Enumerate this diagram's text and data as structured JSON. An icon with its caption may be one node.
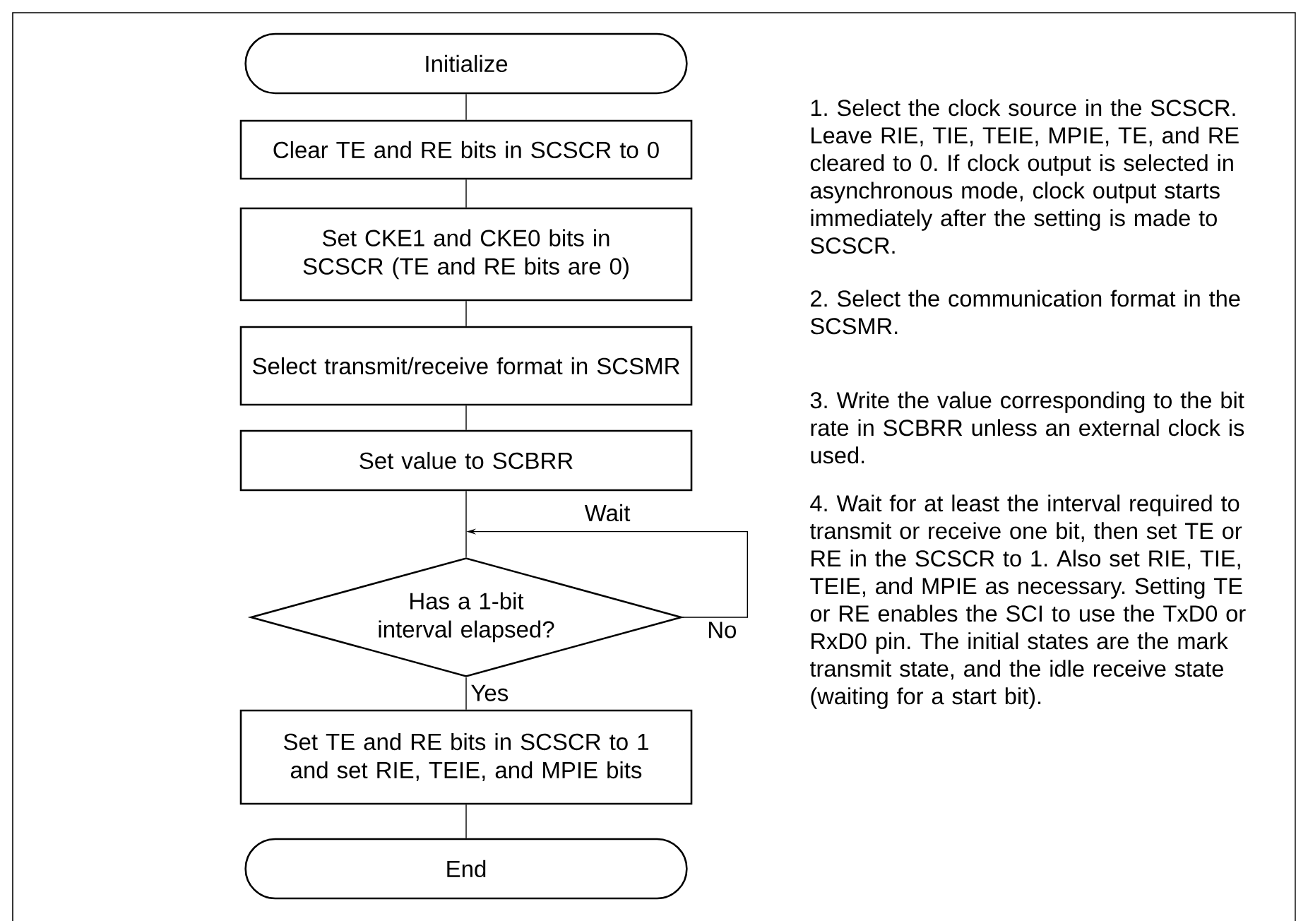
{
  "diagram": {
    "nodes": [
      {
        "text": [
          "Initialize"
        ]
      },
      {
        "text": [
          "Clear TE and RE bits in SCSCR to 0"
        ]
      },
      {
        "text": [
          "Set CKE1 and CKE0 bits in SCSCR (TE and RE bits are 0)"
        ]
      },
      {
        "text": [
          "Select transmit/receive format in SCSMR"
        ]
      },
      {
        "text": [
          "Set value to SCBRR"
        ]
      },
      {
        "text": [
          "Has a 1-bit interval elapsed?"
        ]
      },
      {
        "text": [
          "Set TE and RE bits in SCSCR to 1 and set RIE, TEIE, and MPIE bits"
        ]
      },
      {
        "text": [
          "End"
        ]
      }
    ],
    "edges": [
      {
        "from": 0,
        "to": 1,
        "arrow": "none"
      },
      {
        "from": 1,
        "to": 2,
        "arrow": "none"
      },
      {
        "from": 2,
        "to": 3,
        "arrow": "none"
      },
      {
        "from": 3,
        "to": 4,
        "arrow": "none"
      },
      {
        "from": 4,
        "to": 5,
        "arrow": "none"
      },
      {
        "from": 5,
        "to": 5,
        "arrow": "to",
        "label": "No"
      },
      {
        "from": 5,
        "to": 6,
        "arrow": "none",
        "label": "Yes"
      },
      {
        "from": 6,
        "to": 7,
        "arrow": "none"
      }
    ],
    "labels": [
      "Wait",
      "1. Select the clock source in the SCSCR. Leave RIE, TIE, TEIE, MPIE, TE, and RE cleared to 0. If clock output is selected in asynchronous mode, clock output starts immediately after the setting is made to SCSCR.",
      "2. Select the communication format in the SCSMR.",
      "3. Write the value corresponding to the bit rate in SCBRR unless an external clock is used.",
      "4. Wait for at least the interval required to transmit or receive one bit, then set TE or RE in the SCSCR to 1. Also set RIE, TIE, TEIE, and MPIE as necessary. Setting TE or RE enables the SCI to use the TxD0 or RxD0 pin. The initial states are the mark transmit state, and the idle receive state (waiting for a start bit)."
    ]
  }
}
